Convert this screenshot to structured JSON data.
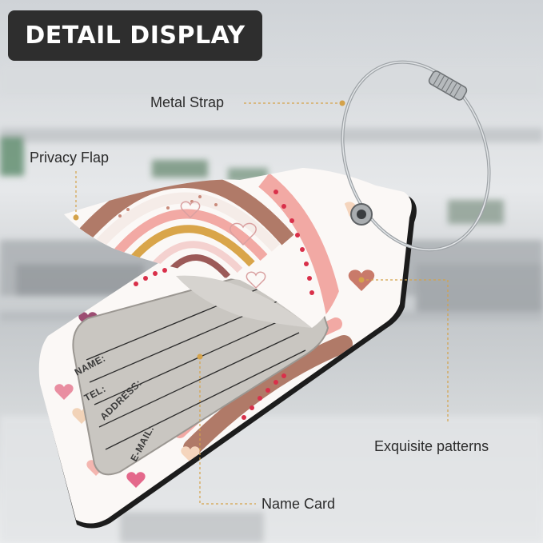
{
  "header": {
    "title": "DETAIL DISPLAY"
  },
  "callouts": {
    "metal_strap": "Metal Strap",
    "privacy_flap": "Privacy Flap",
    "exquisite_patterns": "Exquisite patterns",
    "name_card": "Name Card"
  },
  "card_fields": {
    "name": "NAME:",
    "tel": "TEL:",
    "address": "ADDRESS:",
    "email": "E-MAIL:"
  },
  "colors": {
    "badge": "#2e2e2e",
    "callout_dot": "#d4a24a",
    "rainbow_brown": "#b07a68",
    "rainbow_pink": "#f2a9a4",
    "rainbow_mustard": "#d9a54a",
    "heart_red": "#d9304a",
    "card_gray": "#c9c6c1"
  }
}
